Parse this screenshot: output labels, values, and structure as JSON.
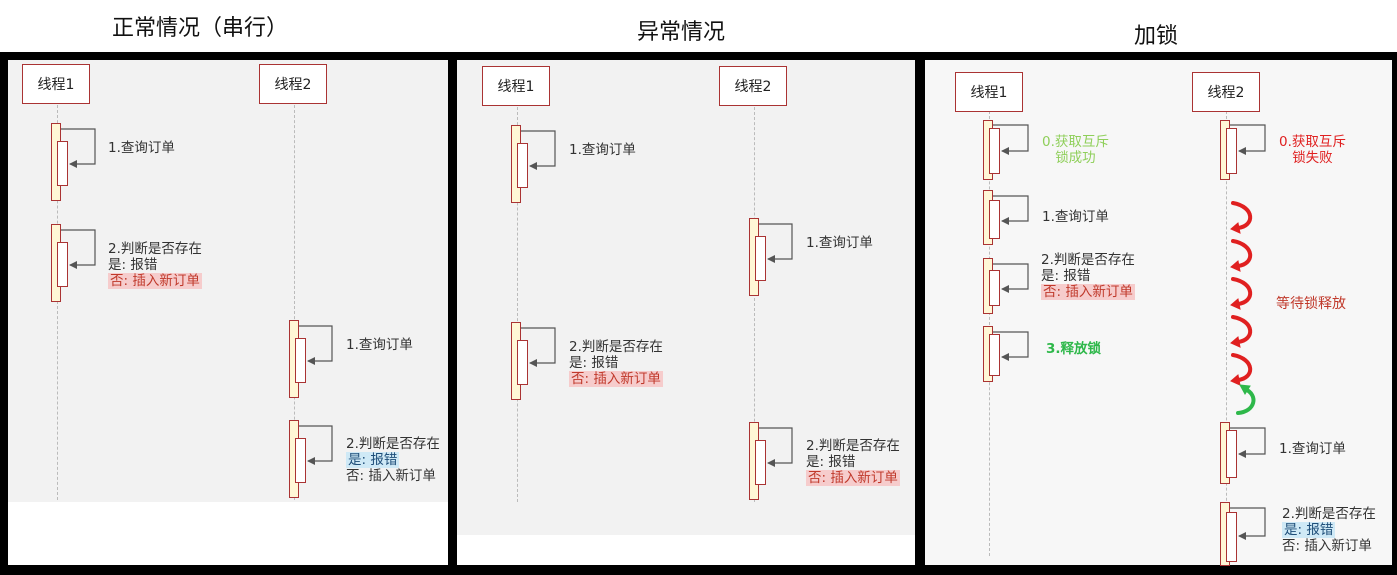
{
  "titles": {
    "normal": "正常情况（串行）",
    "abnormal": "异常情况",
    "lock": "加锁"
  },
  "threads": {
    "t1": "线程1",
    "t2": "线程2"
  },
  "msgs": {
    "query": "1.查询订单",
    "judge": "2.判断是否存在",
    "yes_err": "是: 报错",
    "no_insert": "否: 插入新订单",
    "lock_ok_1": "0.获取互斥",
    "lock_ok_2": "锁成功",
    "lock_fail_1": "0.获取互斥",
    "lock_fail_2": "锁失败",
    "release": "3.释放锁",
    "wait": "等待锁释放"
  },
  "colors": {
    "border": "#aa3333",
    "activation": "#fff7d6",
    "red": "#e02020",
    "green": "#2eb84a",
    "light_green": "#8fcf5a"
  }
}
